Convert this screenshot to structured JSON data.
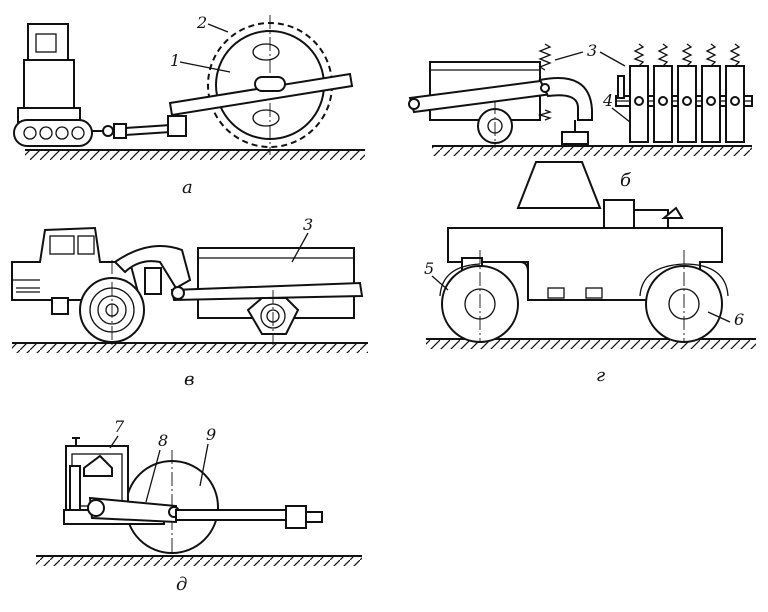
{
  "figure": {
    "panels": [
      {
        "id": "a",
        "caption": "а",
        "labels": [
          "1",
          "2"
        ]
      },
      {
        "id": "b",
        "caption": "б",
        "labels": [
          "3",
          "4"
        ]
      },
      {
        "id": "v",
        "caption": "в",
        "labels": [
          "3"
        ]
      },
      {
        "id": "g",
        "caption": "г",
        "labels": [
          "5",
          "6"
        ]
      },
      {
        "id": "d",
        "caption": "д",
        "labels": [
          "7",
          "8",
          "9"
        ]
      }
    ]
  }
}
